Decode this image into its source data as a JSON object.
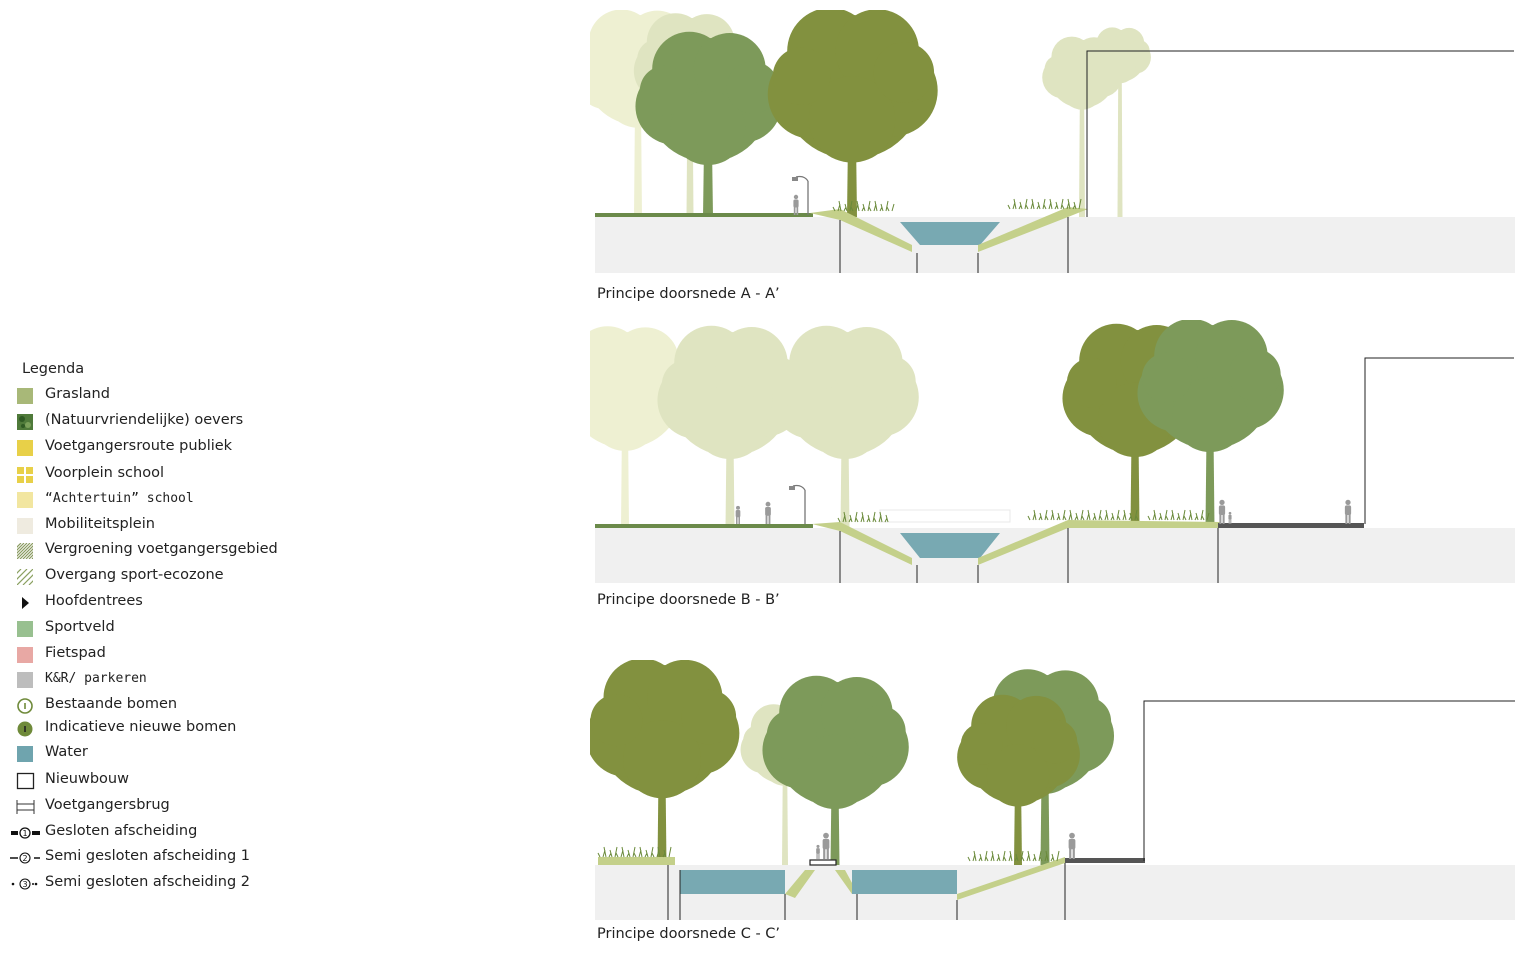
{
  "legend": {
    "title": "Legenda",
    "items": [
      {
        "label": "Grasland",
        "symbol": "grasland-swatch-icon",
        "color": "#a8b878"
      },
      {
        "label": "(Natuurvriendelijke) oevers",
        "symbol": "oevers-swatch-icon",
        "color": "#4f7a3a"
      },
      {
        "label": "Voetgangersroute publiek",
        "symbol": "voetgangersroute-swatch-icon",
        "color": "#e8d048"
      },
      {
        "label": "Voorplein school",
        "symbol": "voorplein-grid-icon",
        "color": "#e8d048"
      },
      {
        "label": "“Achtertuin” school",
        "symbol": "achtertuin-swatch-icon",
        "color": "#f2e6a0"
      },
      {
        "label": "Mobiliteitsplein",
        "symbol": "mobiliteitsplein-swatch-icon",
        "color": "#efebe0"
      },
      {
        "label": "Vergroening voetgangersgebied",
        "symbol": "dense-hatch-icon",
        "color": "#8a9a60"
      },
      {
        "label": "Overgang sport-ecozone",
        "symbol": "sparse-hatch-icon",
        "color": "#8aa060"
      },
      {
        "label": "Hoofdentrees",
        "symbol": "triangle-arrow-icon",
        "color": "#111111"
      },
      {
        "label": "Sportveld",
        "symbol": "sportveld-swatch-icon",
        "color": "#98c090"
      },
      {
        "label": "Fietspad",
        "symbol": "fietspad-swatch-icon",
        "color": "#e8a8a4"
      },
      {
        "label": "K&R/ parkeren",
        "symbol": "parkeren-swatch-icon",
        "color": "#bdbdbd"
      },
      {
        "label": "Bestaande bomen",
        "symbol": "existing-tree-icon",
        "color": "#6f8a3a"
      },
      {
        "label": "Indicatieve nieuwe bomen",
        "symbol": "new-tree-icon",
        "color": "#6f8a3a"
      },
      {
        "label": "Water",
        "symbol": "water-swatch-icon",
        "color": "#6fa4ae"
      },
      {
        "label": "Nieuwbouw",
        "symbol": "nieuwbouw-outline-icon",
        "color": "#222222"
      },
      {
        "label": "Voetgangersbrug",
        "symbol": "bridge-icon",
        "color": "#333333"
      },
      {
        "label": "Gesloten afscheiding",
        "symbol": "fence-closed-icon",
        "color": "#111111"
      },
      {
        "label": "Semi gesloten afscheiding 1",
        "symbol": "fence-semi1-icon",
        "color": "#111111"
      },
      {
        "label": "Semi gesloten afscheiding 2",
        "symbol": "fence-semi2-icon",
        "color": "#111111"
      }
    ]
  },
  "sections": [
    {
      "caption": "Principe doorsnede A - A’"
    },
    {
      "caption": "Principe doorsnede B - B’"
    },
    {
      "caption": "Principe doorsnede C - C’"
    }
  ],
  "colors": {
    "ground": "#f0f0f0",
    "water": "#78a9b2",
    "bank": "#c4d08a",
    "tree_dark": "#82913f",
    "tree_mid": "#7d9a5a",
    "tree_light": "#dfe4c1",
    "tree_pale": "#eef0d2",
    "paving_dark": "#555555",
    "grass_strip": "#6b8a4a",
    "person": "#9a9a9a"
  }
}
